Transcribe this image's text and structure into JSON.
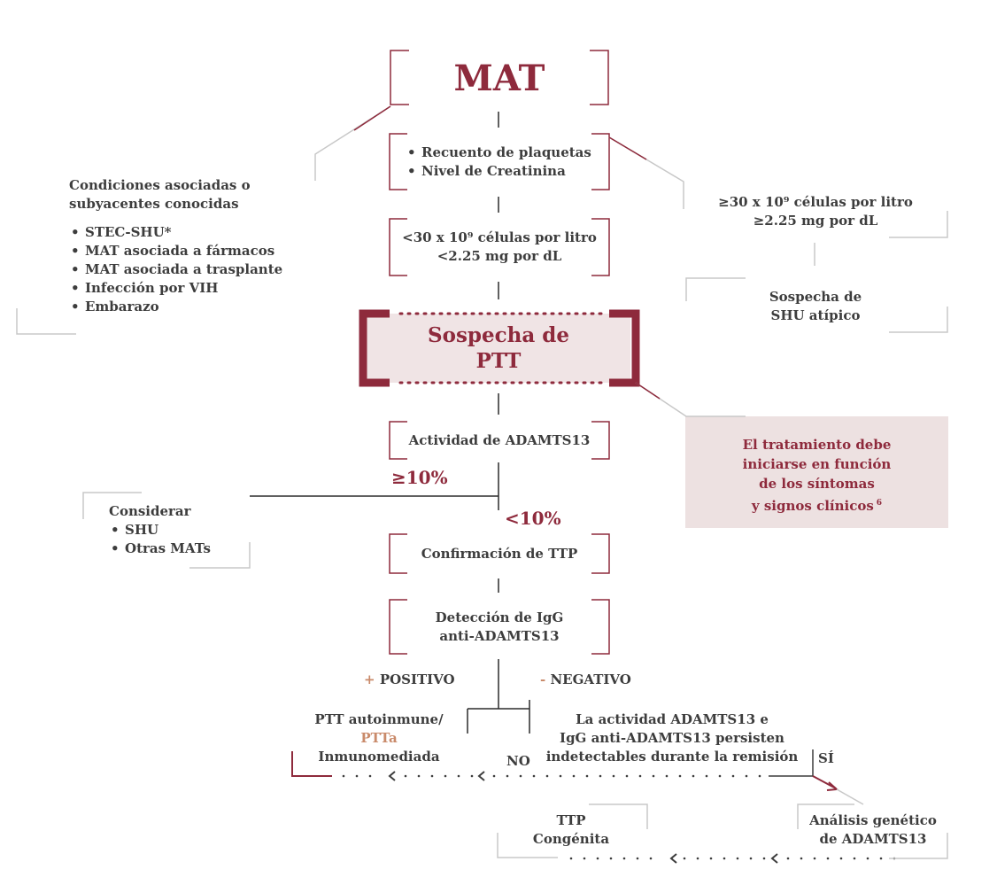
{
  "top": {
    "title": "MAT"
  },
  "tests": {
    "items": [
      "Recuento de plaquetas",
      "Nivel de Creatinina"
    ]
  },
  "left_conditions": {
    "heading_line1": "Condiciones asociadas o",
    "heading_line2": "subyacentes conocidas",
    "items": [
      "STEC-SHU*",
      "MAT asociada a fármacos",
      "MAT asociada a trasplante",
      "Infección por VIH",
      "Embarazo"
    ]
  },
  "high_values": {
    "line1": "≥30 x 10⁹ células por litro",
    "line2": "≥2.25 mg por dL"
  },
  "low_values": {
    "line1": "<30 x 10⁹ células por litro",
    "line2": "<2.25 mg por dL"
  },
  "shu_suspicion": {
    "line1": "Sospecha de",
    "line2": "SHU atípico"
  },
  "ptt_suspicion": {
    "line1": "Sospecha de",
    "line2": "PTT"
  },
  "treatment": {
    "line1": "El tratamiento debe",
    "line2": "iniciarse en función",
    "line3": "de los síntomas",
    "line4": "y signos clínicos",
    "superscript": "6"
  },
  "adamts_activity": {
    "label": "Actividad de ADAMTS13"
  },
  "branch_high": {
    "label": "≥10%"
  },
  "branch_low": {
    "label": "<10%"
  },
  "consider": {
    "heading": "Considerar",
    "items": [
      "SHU",
      "Otras MATs"
    ]
  },
  "ttp_confirmation": {
    "label": "Confirmación de TTP"
  },
  "igg_detection": {
    "line1": "Detección de IgG",
    "line2": "anti-ADAMTS13"
  },
  "positive": {
    "sign": "+",
    "label": "POSITIVO"
  },
  "negative": {
    "sign": "-",
    "label": "NEGATIVO"
  },
  "autoimmune": {
    "line1": "PTT autoinmune/",
    "line2": "PTTa",
    "line3": "Inmunomediada"
  },
  "persist": {
    "line1": "La actividad ADAMTS13 e",
    "line2": "IgG anti-ADAMTS13 persisten",
    "line3": "indetectables durante la remisión"
  },
  "no_label": "NO",
  "si_label": "SÍ",
  "genetic": {
    "line1": "Análisis genético",
    "line2": "de ADAMTS13"
  },
  "congenital": {
    "line1": "TTP",
    "line2": "Congénita"
  }
}
